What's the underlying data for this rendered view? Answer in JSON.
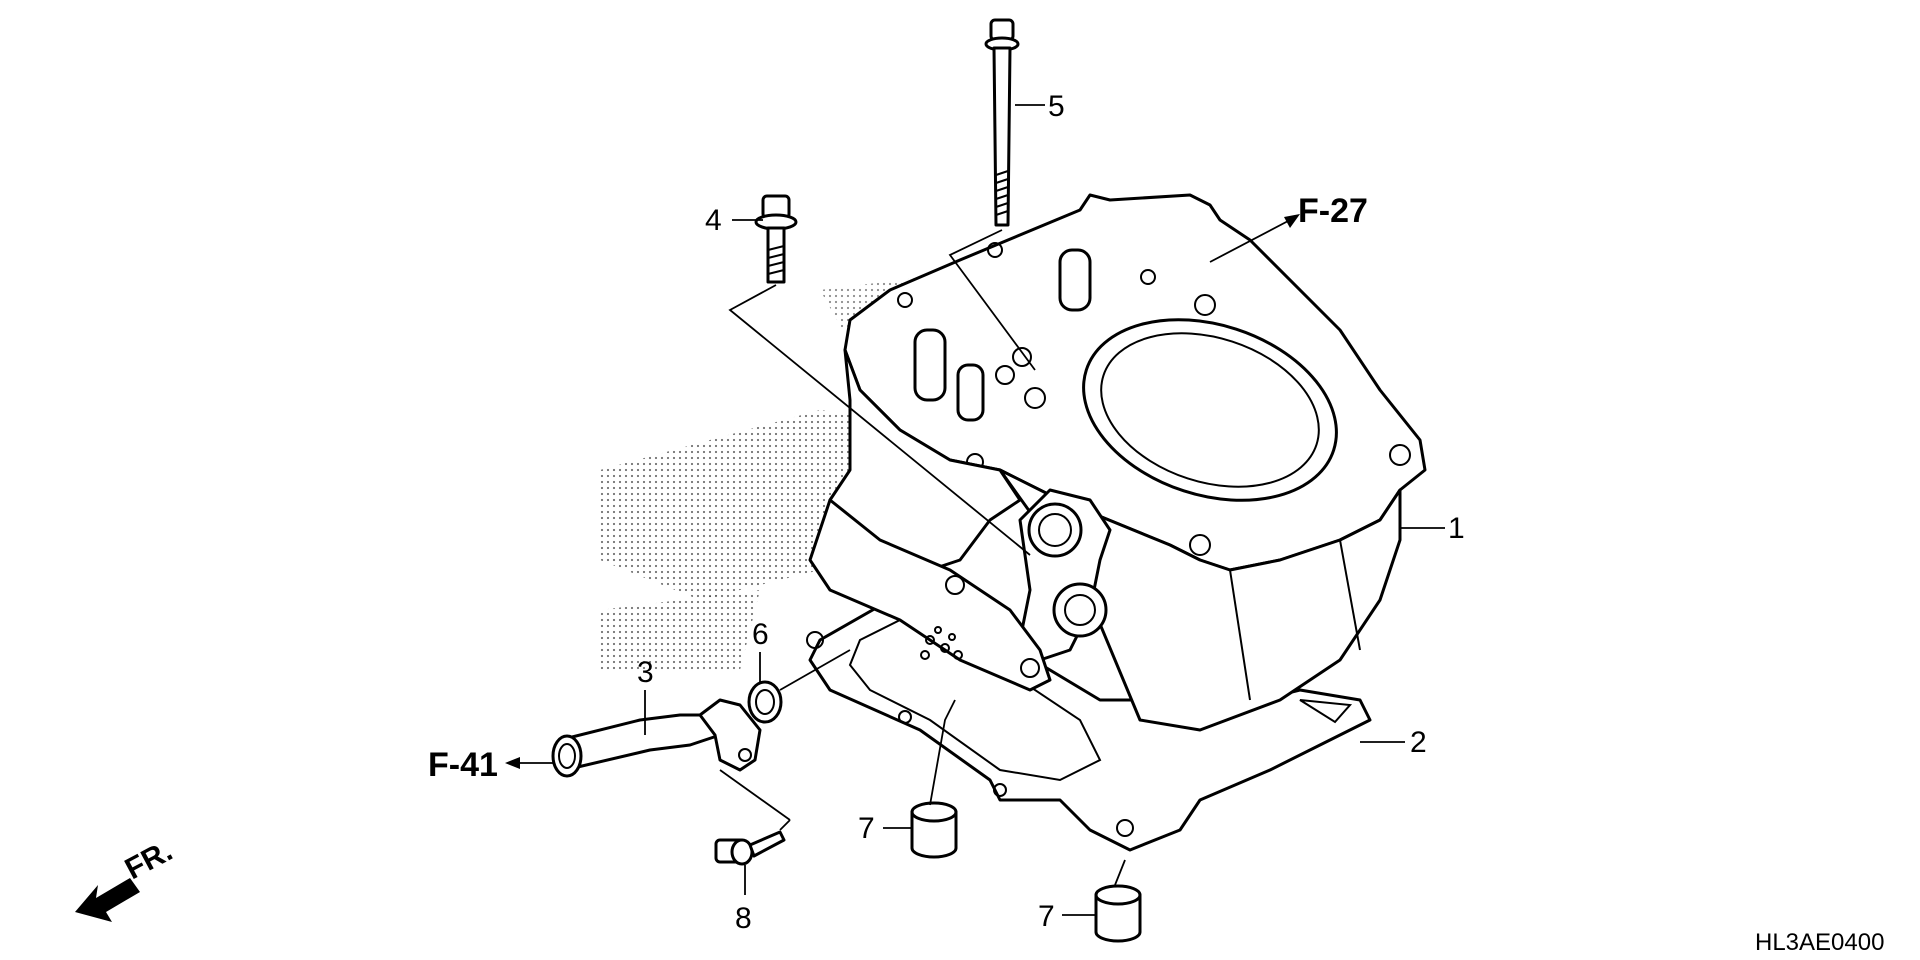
{
  "diagram": {
    "callouts": {
      "c1": "1",
      "c2": "2",
      "c3": "3",
      "c4": "4",
      "c5": "5",
      "c6": "6",
      "c7a": "7",
      "c7b": "7",
      "c8": "8"
    },
    "references": {
      "f27": "F-27",
      "f41": "F-41"
    },
    "direction": "FR.",
    "diagram_code": "HL3AE0400"
  }
}
